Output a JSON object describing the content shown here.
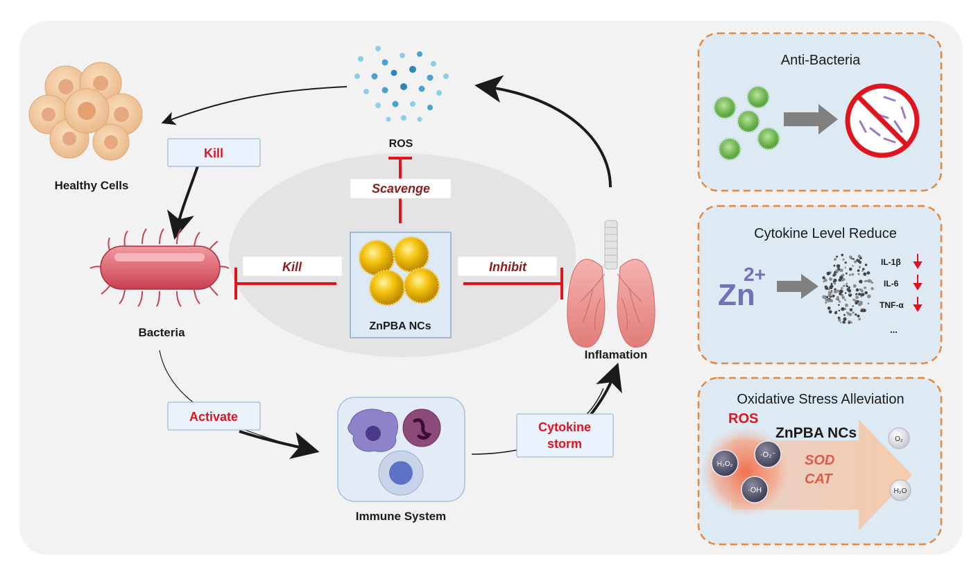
{
  "cycle": {
    "ros_label": "ROS",
    "healthy_cells_label": "Healthy Cells",
    "bacteria_label": "Bacteria",
    "immune_system_label": "Immune System",
    "inflamation_label": "Inflamation",
    "kill_top_label": "Kill",
    "activate_label": "Activate",
    "cytokine_storm_line1": "Cytokine",
    "cytokine_storm_line2": "storm"
  },
  "center": {
    "nc_label": "ZnPBA NCs",
    "scavenge_label": "Scavenge",
    "kill_label": "Kill",
    "inhibit_label": "Inhibit"
  },
  "panels": {
    "anti_bacteria": {
      "title": "Anti-Bacteria"
    },
    "cytokine": {
      "title": "Cytokine Level Reduce",
      "ion_symbol": "Zn",
      "ion_charge": "2+",
      "items": [
        "IL-1β",
        "IL-6",
        "TNF-α",
        "..."
      ]
    },
    "oxidative": {
      "title": "Oxidative Stress Alleviation",
      "ros_label": "ROS",
      "nc_label": "ZnPBA NCs",
      "enzyme1": "SOD",
      "enzyme2": "CAT",
      "species": {
        "h2o2": "H₂O₂",
        "o2_radical": "·O₂⁻",
        "oh_radical": "·OH",
        "o2": "O₂",
        "h2o": "H₂O"
      }
    }
  },
  "colors": {
    "inhibit_red": "#e0141e",
    "label_red": "#e0141e",
    "italic_maroon": "#8b1c1c",
    "panel_border": "#e8873a",
    "panel_fill": "#dde9f3",
    "center_oval": "#e4e4e4",
    "background_panel": "#f2f2f2"
  }
}
